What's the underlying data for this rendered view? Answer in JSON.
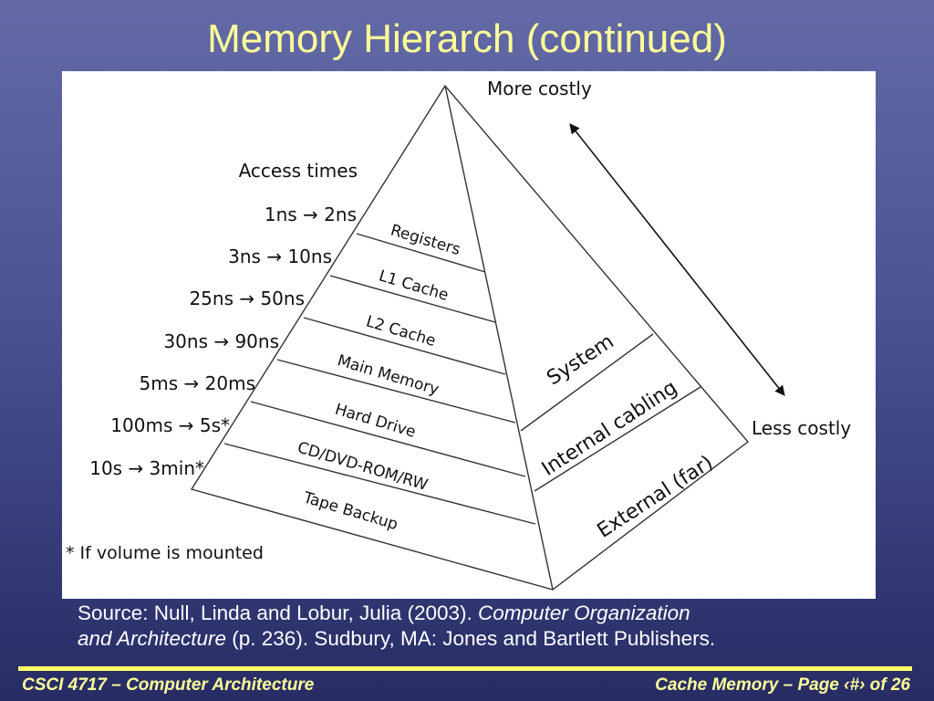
{
  "title": "Memory Hierarch (continued)",
  "diagram": {
    "more_costly": "More costly",
    "less_costly": "Less costly",
    "access_times_heading": "Access times",
    "access_times": [
      "1ns → 2ns",
      "3ns → 10ns",
      "25ns → 50ns",
      "30ns → 90ns",
      "5ms → 20ms",
      "100ms → 5s*",
      "10s → 3min*"
    ],
    "levels": [
      "Registers",
      "L1 Cache",
      "L2 Cache",
      "Main Memory",
      "Hard Drive",
      "CD/DVD-ROM/RW",
      "Tape Backup"
    ],
    "side_groups": [
      "System",
      "Internal cabling",
      "External (far)"
    ],
    "footnote": "* If volume is mounted"
  },
  "source": {
    "prefix": "Source: Null, Linda and Lobur, Julia (2003). ",
    "title_part1": "Computer Organization",
    "title_part2": "and Architecture",
    "suffix": " (p. 236). Sudbury, MA: Jones and Bartlett Publishers."
  },
  "footer": {
    "left": "CSCI 4717 – Computer Architecture",
    "right": "Cache Memory – Page ‹#› of 26"
  }
}
